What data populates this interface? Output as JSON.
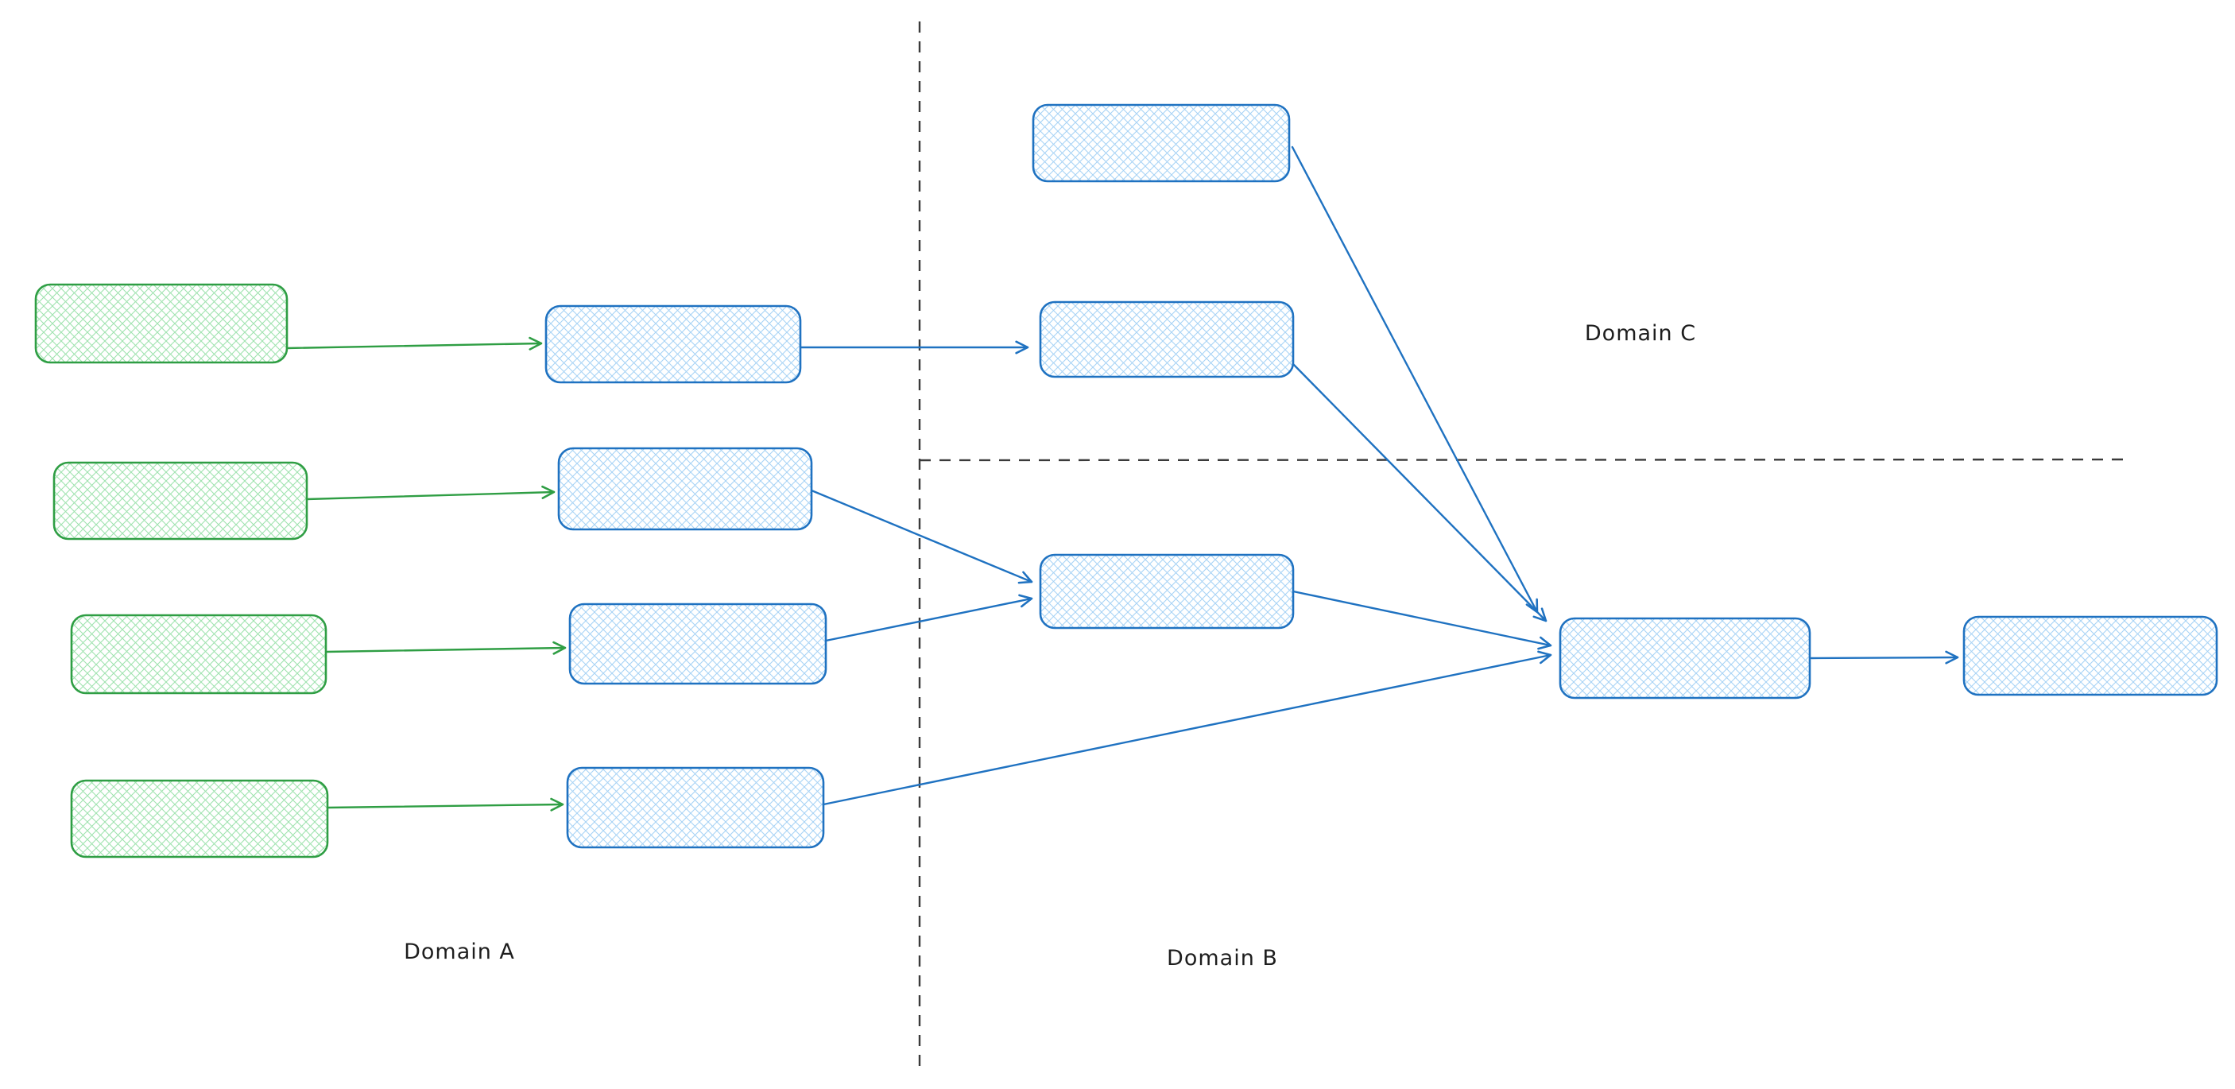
{
  "diagram": {
    "type": "flow-diagram",
    "style": "hand-drawn",
    "background": "#ffffff",
    "labels": {
      "domain_a": "Domain A",
      "domain_b": "Domain B",
      "domain_c": "Domain C"
    },
    "colors": {
      "green_stroke": "#2f9e44",
      "green_hatch": "#9fe3af",
      "blue_stroke": "#1f72c1",
      "blue_hatch": "#a8d3f5",
      "divider": "#3a3a3a",
      "label_text": "#1e1e1e"
    },
    "nodes": [
      {
        "id": "green-1",
        "shape": "rounded-rect",
        "color": "green",
        "domain": "A"
      },
      {
        "id": "green-2",
        "shape": "rounded-rect",
        "color": "green",
        "domain": "A"
      },
      {
        "id": "green-3",
        "shape": "rounded-rect",
        "color": "green",
        "domain": "A"
      },
      {
        "id": "green-4",
        "shape": "rounded-rect",
        "color": "green",
        "domain": "A"
      },
      {
        "id": "blue-a1",
        "shape": "rounded-rect",
        "color": "blue",
        "domain": "A"
      },
      {
        "id": "blue-a2",
        "shape": "rounded-rect",
        "color": "blue",
        "domain": "A"
      },
      {
        "id": "blue-a3",
        "shape": "rounded-rect",
        "color": "blue",
        "domain": "A"
      },
      {
        "id": "blue-a4",
        "shape": "rounded-rect",
        "color": "blue",
        "domain": "A"
      },
      {
        "id": "blue-c1",
        "shape": "rounded-rect",
        "color": "blue",
        "domain": "C"
      },
      {
        "id": "blue-c2",
        "shape": "rounded-rect",
        "color": "blue",
        "domain": "C"
      },
      {
        "id": "blue-b1",
        "shape": "rounded-rect",
        "color": "blue",
        "domain": "B"
      },
      {
        "id": "blue-merge",
        "shape": "rounded-rect",
        "color": "blue",
        "domain": "B"
      },
      {
        "id": "blue-output",
        "shape": "rounded-rect",
        "color": "blue",
        "domain": "B"
      }
    ],
    "edges": [
      {
        "from": "green-1",
        "to": "blue-a1",
        "color": "green"
      },
      {
        "from": "green-2",
        "to": "blue-a2",
        "color": "green"
      },
      {
        "from": "green-3",
        "to": "blue-a3",
        "color": "green"
      },
      {
        "from": "green-4",
        "to": "blue-a4",
        "color": "green"
      },
      {
        "from": "blue-a1",
        "to": "blue-c2",
        "color": "blue"
      },
      {
        "from": "blue-a2",
        "to": "blue-b1",
        "color": "blue"
      },
      {
        "from": "blue-a3",
        "to": "blue-b1",
        "color": "blue"
      },
      {
        "from": "blue-a4",
        "to": "blue-merge",
        "color": "blue"
      },
      {
        "from": "blue-c1",
        "to": "blue-merge",
        "color": "blue"
      },
      {
        "from": "blue-c2",
        "to": "blue-merge",
        "color": "blue"
      },
      {
        "from": "blue-b1",
        "to": "blue-merge",
        "color": "blue"
      },
      {
        "from": "blue-merge",
        "to": "blue-output",
        "color": "blue"
      }
    ],
    "dividers": [
      {
        "id": "vertical-divider",
        "orientation": "vertical",
        "style": "dashed"
      },
      {
        "id": "horizontal-divider",
        "orientation": "horizontal",
        "style": "dashed"
      }
    ]
  }
}
